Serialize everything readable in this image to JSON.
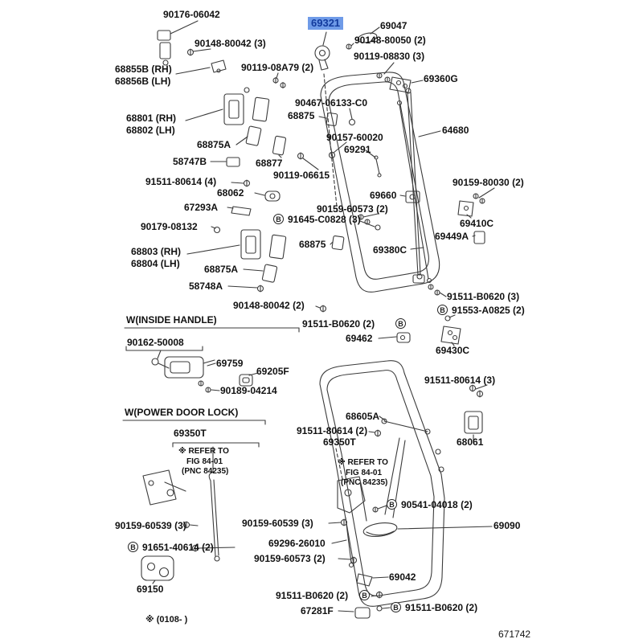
{
  "figure": {
    "number": "671742",
    "highlighted_part": "69321",
    "highlight_bg": "#6f9be8",
    "highlight_fg": "#123a9d",
    "line_color": "#3b3b3b"
  },
  "icons": {
    "circled_b": "B"
  },
  "sections": {
    "inside_handle": "W(INSIDE HANDLE)",
    "power_door_lock": "W(POWER DOOR LOCK)"
  },
  "notes": {
    "refer_left": {
      "l1": "※ REFER TO",
      "l2": "FIG 84-01",
      "l3": "(PNC 84235)"
    },
    "refer_right": {
      "l1": "※ REFER TO",
      "l2": "FIG 84-01",
      "l3": "(PNC 84235)"
    },
    "date_note": "※ (0108-    )"
  },
  "labels": [
    "90176-06042",
    "90148-80042 (3)",
    "69321",
    "69047",
    "90148-80050 (2)",
    "90119-08830 (3)",
    "90119-08A79 (2)",
    "68855B (RH)",
    "68856B (LH)",
    "69360G",
    "90467-06133-C0",
    "68875",
    "68801 (RH)",
    "68802 (LH)",
    "64680",
    "90157-60020",
    "69291",
    "68875A",
    "58747B",
    "68877",
    "90119-06615",
    "91511-80614 (4)",
    "68062",
    "69660",
    "90159-80030 (2)",
    "67293A",
    "90159-60573 (2)",
    "91645-C0828 (3)",
    "90179-08132",
    "69410C",
    "69449A",
    "68803 (RH)",
    "68804 (LH)",
    "68875",
    "69380C",
    "68875A",
    "58748A",
    "91511-B0620 (3)",
    "91553-A0825 (2)",
    "90148-80042 (2)",
    "91511-B0620 (2)",
    "69462",
    "90162-50008",
    "69430C",
    "69759",
    "69205F",
    "90189-04214",
    "91511-80614 (3)",
    "68605A",
    "91511-80614 (2)",
    "69350T",
    "69350T",
    "68061",
    "90541-04018 (2)",
    "90159-60539 (3)",
    "90159-60539 (3)",
    "69296-26010",
    "69090",
    "90159-60573 (2)",
    "91651-40614 (2)",
    "69042",
    "69150",
    "91511-B0620 (2)",
    "67281F",
    "91511-B0620 (2)"
  ]
}
